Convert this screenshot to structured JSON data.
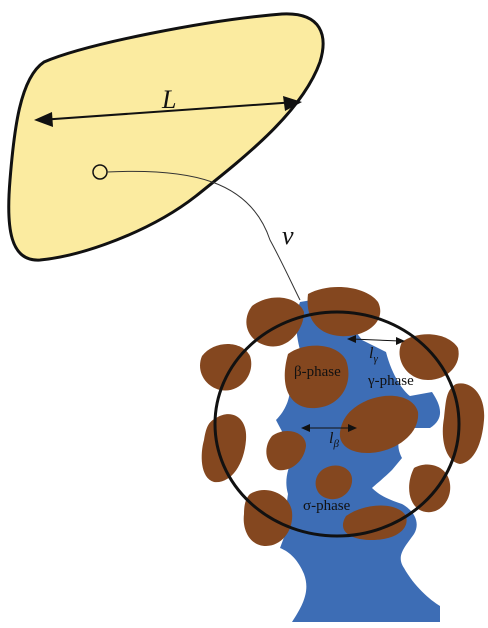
{
  "labels": {
    "length": "L",
    "volume": "ν",
    "beta_phase": "β-phase",
    "gamma_phase": "γ-phase",
    "sigma_phase": "σ-phase",
    "l_gamma": "γ",
    "l_beta": "β",
    "l_symbol": "l"
  },
  "colors": {
    "body_fill": "#fbeba0",
    "blue_phase": "#3d6db5",
    "brown_phase": "#84471f",
    "outline": "#111111"
  }
}
